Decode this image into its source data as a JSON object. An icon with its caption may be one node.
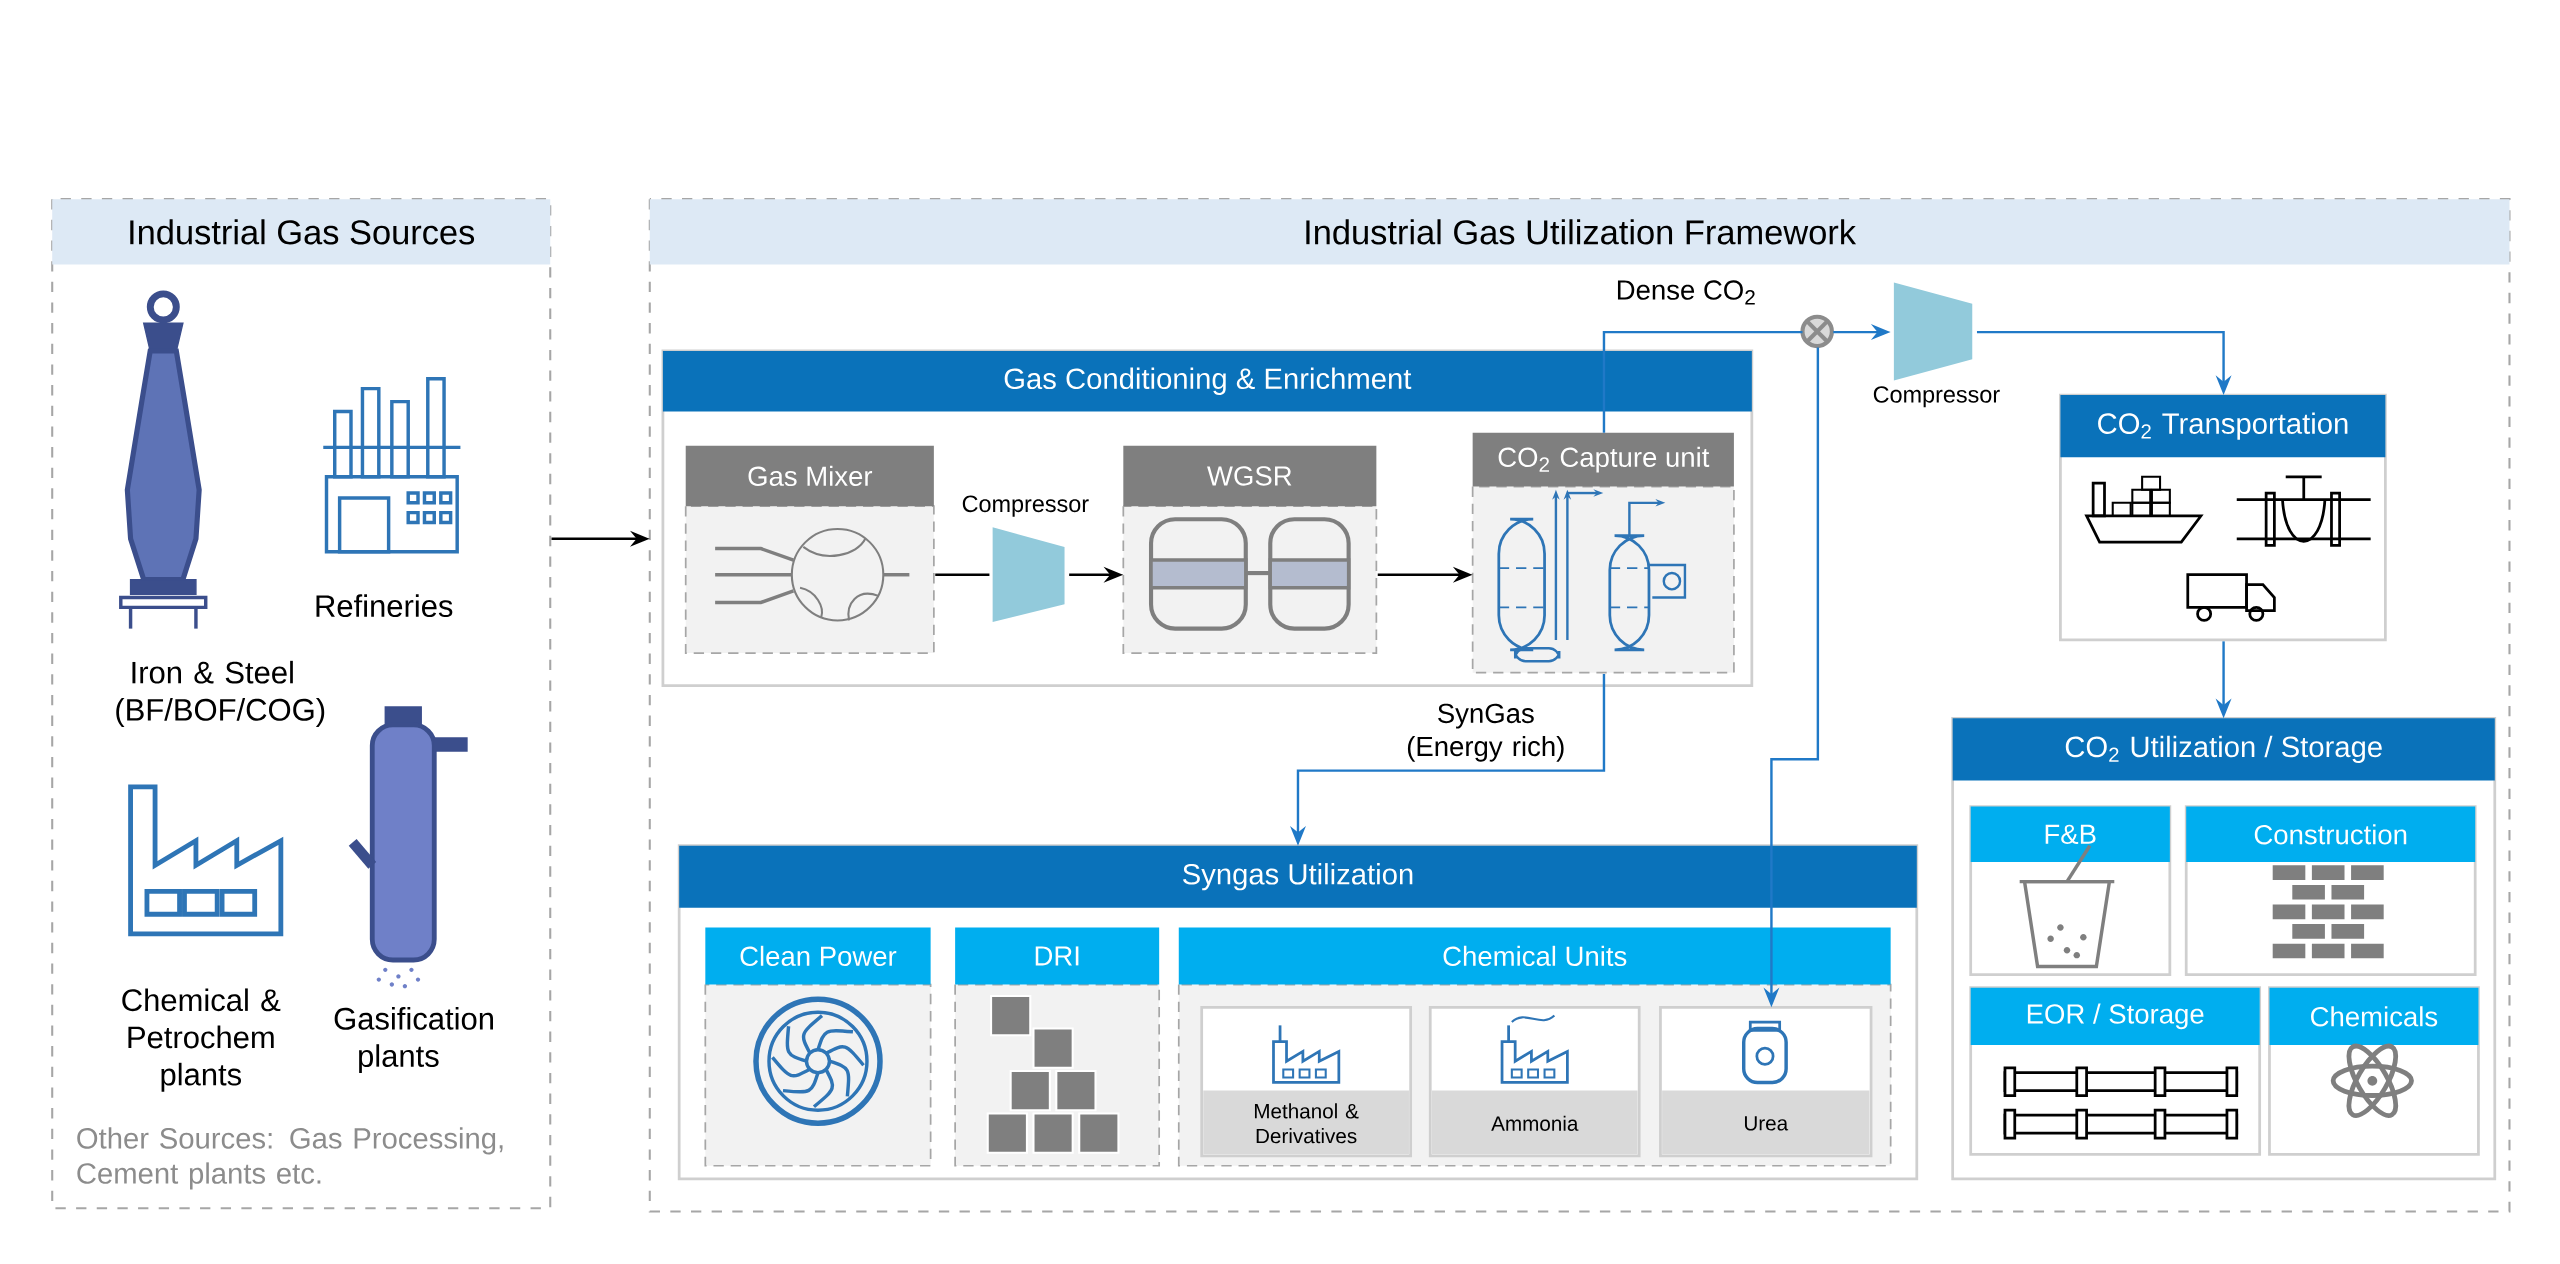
{
  "diagram": {
    "nodes": [
      {
        "text": [
          "Industrial Gas Sources"
        ]
      },
      {
        "text": [
          "Iron & Steel (BF/BOF/COG)"
        ],
        "in": 0
      },
      {
        "text": [
          "Refineries"
        ],
        "in": 0
      },
      {
        "text": [
          "Chemical & Petrochem plants"
        ],
        "in": 0
      },
      {
        "text": [
          "Gasification plants"
        ],
        "in": 0
      },
      {
        "text": [
          "Industrial Gas Utilization Framework"
        ]
      },
      {
        "text": [
          "Gas Conditioning & Enrichment"
        ],
        "in": 5
      },
      {
        "text": [
          "Gas Mixer"
        ],
        "in": 6
      },
      {
        "text": [
          "Compressor"
        ],
        "in": 6
      },
      {
        "text": [
          "WGSR"
        ],
        "in": 6
      },
      {
        "text": [
          "CO$_{2}$ Capture unit"
        ],
        "in": 6
      },
      {
        "text": [],
        "shape": "circle",
        "in": 5
      },
      {
        "text": [
          "Compressor"
        ],
        "in": 5
      },
      {
        "text": [
          "CO$_{2}$ Transportation"
        ],
        "in": 5
      },
      {
        "text": [
          "CO$_{2}$ Utilization / Storage"
        ],
        "in": 5
      },
      {
        "text": [
          "F&B"
        ],
        "in": 14
      },
      {
        "text": [
          "Construction"
        ],
        "in": 14
      },
      {
        "text": [
          "EOR / Storage"
        ],
        "in": 14
      },
      {
        "text": [
          "Chemicals"
        ],
        "in": 14
      },
      {
        "text": [
          "Syngas Utilization"
        ],
        "in": 5
      },
      {
        "text": [
          "Clean Power"
        ],
        "in": 19
      },
      {
        "text": [
          "DRI"
        ],
        "in": 19
      },
      {
        "text": [
          "Chemical Units"
        ],
        "in": 19
      },
      {
        "text": [
          "Methanol & Derivatives"
        ],
        "in": 22
      },
      {
        "text": [
          "Ammonia"
        ],
        "in": 22
      },
      {
        "text": [
          "Urea"
        ],
        "in": 22
      }
    ],
    "edges": [
      {
        "from": 0,
        "to": 5,
        "arrow": "to",
        "color": "#000000"
      },
      {
        "from": 7,
        "to": 8,
        "arrow": "none",
        "color": "#000000"
      },
      {
        "from": 8,
        "to": 9,
        "arrow": "to",
        "color": "#000000"
      },
      {
        "from": 9,
        "to": 10,
        "arrow": "to",
        "color": "#000000"
      },
      {
        "from": 10,
        "to": 11,
        "arrow": "none",
        "label": "Dense CO$_{2}$"
      },
      {
        "from": 11,
        "to": 12,
        "arrow": "to"
      },
      {
        "from": 12,
        "to": 13,
        "arrow": "to"
      },
      {
        "from": 13,
        "to": 14,
        "arrow": "to"
      },
      {
        "from": 10,
        "to": 19,
        "arrow": "to",
        "label": "SynGas (Energy rich)"
      },
      {
        "from": 11,
        "to": 25,
        "arrow": "to"
      }
    ],
    "labels": [
      "Other Sources: Gas Processing, Cement plants etc."
    ]
  }
}
